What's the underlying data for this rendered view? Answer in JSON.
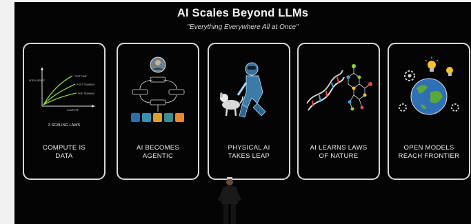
{
  "slide": {
    "title": "AI Scales Beyond LLMs",
    "subtitle": "\"Everything Everywhere All at Once\""
  },
  "cards": [
    {
      "label": "COMPUTE IS\nDATA",
      "icon": "scaling-laws-chart-icon",
      "chart": {
        "caption": "3 SCALING LAWS",
        "y_axis": "INTELLIGENCE",
        "x_axis": "COMPUTE",
        "curves": [
          "TEST-TIME",
          "POST-TRAINING",
          "PRE-TRAINING"
        ]
      }
    },
    {
      "label": "AI BECOMES\nAGENTIC",
      "icon": "agent-workflow-icon"
    },
    {
      "label": "PHYSICAL AI\nTAKES LEAP",
      "icon": "robot-with-dog-icon"
    },
    {
      "label": "AI LEARNS LAWS\nOF NATURE",
      "icon": "dna-molecule-icon"
    },
    {
      "label": "OPEN MODELS\nREACH FRONTIER",
      "icon": "globe-lightbulbs-icon"
    }
  ],
  "colors": {
    "background": "#040405",
    "card_border": "#d8d8d8",
    "text": "#f3f3f3",
    "accent_green": "#8cd33a",
    "accent_blue": "#4aa3d8",
    "accent_yellow": "#f2c12e"
  }
}
